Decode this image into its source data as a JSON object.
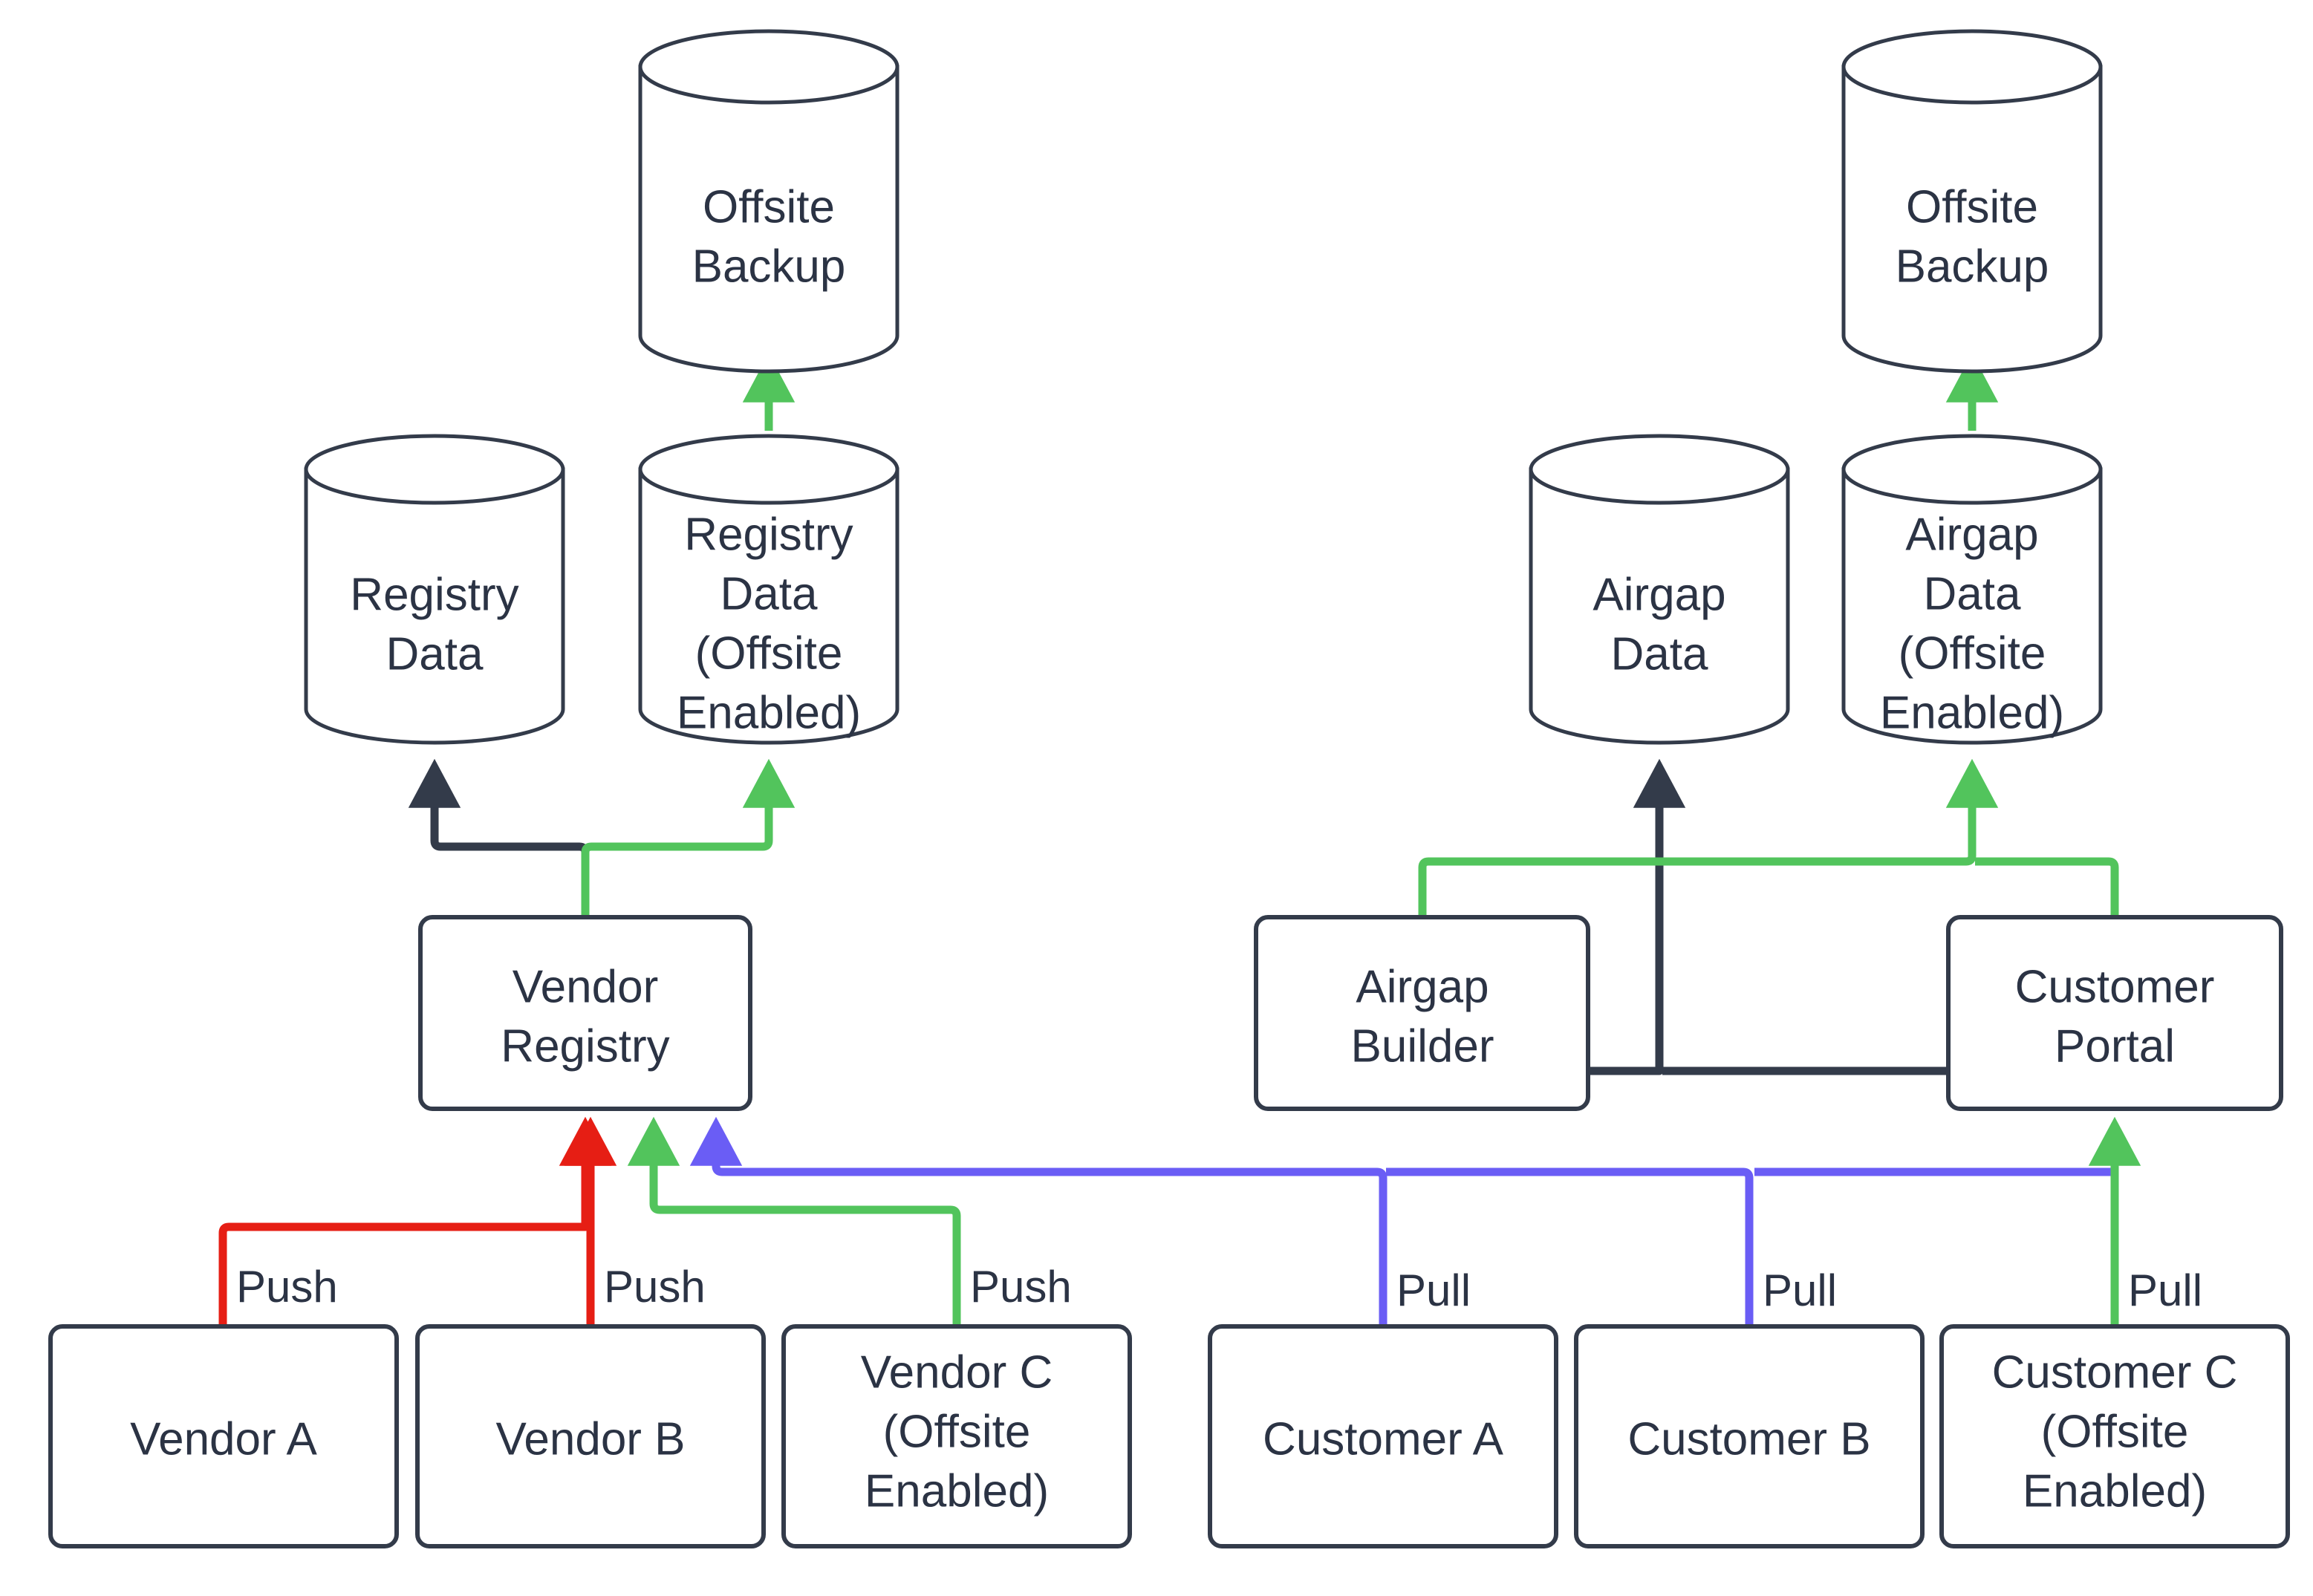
{
  "diagram": {
    "type": "flowchart",
    "title": "Vendor registry and customer airgap data flow",
    "colors": {
      "node_stroke": "#333b4a",
      "node_fill": "#ffffff",
      "text": "#2b3344",
      "flow_red": "#e61e14",
      "flow_green": "#52c45c",
      "flow_blue": "#6a5df5",
      "flow_dark": "#333b4a",
      "background": "#ffffff"
    },
    "nodes": [
      {
        "id": "offsite_backup_left",
        "shape": "cylinder",
        "lines": [
          "Offsite",
          "Backup"
        ]
      },
      {
        "id": "registry_data",
        "shape": "cylinder",
        "lines": [
          "Registry",
          "Data"
        ]
      },
      {
        "id": "registry_data_offsite",
        "shape": "cylinder",
        "lines": [
          "Registry",
          "Data",
          "(Offsite",
          "Enabled)"
        ]
      },
      {
        "id": "vendor_registry",
        "shape": "box",
        "lines": [
          "Vendor",
          "Registry"
        ]
      },
      {
        "id": "vendor_a",
        "shape": "box",
        "lines": [
          "Vendor A"
        ]
      },
      {
        "id": "vendor_b",
        "shape": "box",
        "lines": [
          "Vendor B"
        ]
      },
      {
        "id": "vendor_c",
        "shape": "box",
        "lines": [
          "Vendor C",
          "(Offsite",
          "Enabled)"
        ]
      },
      {
        "id": "offsite_backup_right",
        "shape": "cylinder",
        "lines": [
          "Offsite",
          "Backup"
        ]
      },
      {
        "id": "airgap_data",
        "shape": "cylinder",
        "lines": [
          "Airgap",
          "Data"
        ]
      },
      {
        "id": "airgap_data_offsite",
        "shape": "cylinder",
        "lines": [
          "Airgap",
          "Data",
          "(Offsite",
          "Enabled)"
        ]
      },
      {
        "id": "airgap_builder",
        "shape": "box",
        "lines": [
          "Airgap",
          "Builder"
        ]
      },
      {
        "id": "customer_portal",
        "shape": "box",
        "lines": [
          "Customer",
          "Portal"
        ]
      },
      {
        "id": "customer_a",
        "shape": "box",
        "lines": [
          "Customer A"
        ]
      },
      {
        "id": "customer_b",
        "shape": "box",
        "lines": [
          "Customer B"
        ]
      },
      {
        "id": "customer_c",
        "shape": "box",
        "lines": [
          "Customer C",
          "(Offsite",
          "Enabled)"
        ]
      }
    ],
    "edges": [
      {
        "id": "e1",
        "from": "vendor_a",
        "to": "vendor_registry",
        "label": "Push",
        "color": "flow_red"
      },
      {
        "id": "e2",
        "from": "vendor_b",
        "to": "vendor_registry",
        "label": "Push",
        "color": "flow_red"
      },
      {
        "id": "e3",
        "from": "vendor_c",
        "to": "vendor_registry",
        "label": "Push",
        "color": "flow_green"
      },
      {
        "id": "e4",
        "from": "vendor_registry",
        "to": "registry_data",
        "label": "",
        "color": "flow_dark"
      },
      {
        "id": "e5",
        "from": "vendor_registry",
        "to": "registry_data_offsite",
        "label": "",
        "color": "flow_green"
      },
      {
        "id": "e6",
        "from": "registry_data_offsite",
        "to": "offsite_backup_left",
        "label": "",
        "color": "flow_green"
      },
      {
        "id": "e7",
        "from": "customer_a",
        "to": "vendor_registry",
        "label": "Pull",
        "color": "flow_blue"
      },
      {
        "id": "e8",
        "from": "customer_b",
        "to": "vendor_registry",
        "label": "Pull",
        "color": "flow_blue"
      },
      {
        "id": "e9",
        "from": "customer_c",
        "to": "customer_portal",
        "label": "Pull",
        "color": "flow_green"
      },
      {
        "id": "e10",
        "from": "airgap_builder",
        "to": "airgap_data",
        "label": "",
        "color": "flow_dark"
      },
      {
        "id": "e11",
        "from": "customer_portal",
        "to": "airgap_data",
        "label": "",
        "color": "flow_dark"
      },
      {
        "id": "e12",
        "from": "airgap_builder",
        "to": "airgap_data_offsite",
        "label": "",
        "color": "flow_green"
      },
      {
        "id": "e13",
        "from": "customer_portal",
        "to": "airgap_data_offsite",
        "label": "",
        "color": "flow_green"
      },
      {
        "id": "e14",
        "from": "airgap_data_offsite",
        "to": "offsite_backup_right",
        "label": "",
        "color": "flow_green"
      }
    ],
    "edge_labels": {
      "push_1": "Push",
      "push_2": "Push",
      "push_3": "Push",
      "pull_1": "Pull",
      "pull_2": "Pull",
      "pull_3": "Pull"
    }
  }
}
